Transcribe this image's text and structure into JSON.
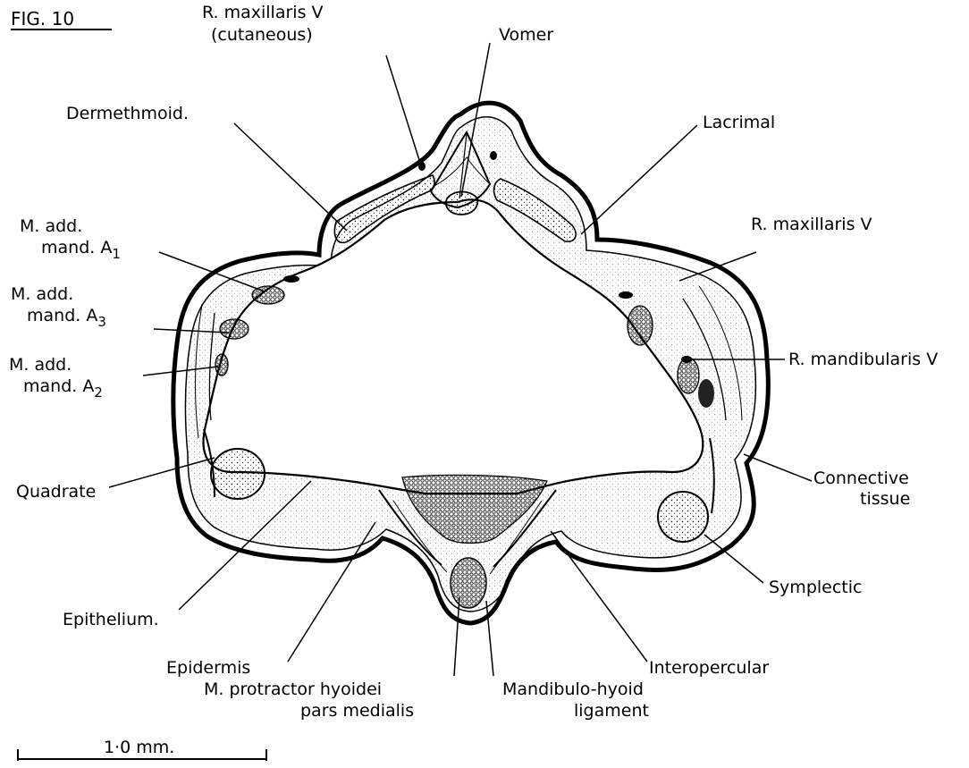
{
  "figure_label": "FIG. 10",
  "labels": {
    "r_maxillaris_cut_1": "R. maxillaris V",
    "r_maxillaris_cut_2": "(cutaneous)",
    "vomer": "Vomer",
    "dermethmoid": "Dermethmoid.",
    "lacrimal": "Lacrimal",
    "m_add_a1_1": "M. add.",
    "m_add_a1_2": "mand. A",
    "m_add_a1_sub": "1",
    "r_maxillaris": "R. maxillaris  V",
    "m_add_a3_1": "M. add.",
    "m_add_a3_2": "mand. A",
    "m_add_a3_sub": "3",
    "r_mandibularis": "R. mandibularis V",
    "m_add_a2_1": "M. add.",
    "m_add_a2_2": "mand. A",
    "m_add_a2_sub": "2",
    "quadrate": "Quadrate",
    "connective_1": "Connective",
    "connective_2": "tissue",
    "epithelium": "Epithelium.",
    "symplectic": "Symplectic",
    "epidermis": "Epidermis",
    "interopercular": "Interopercular",
    "m_protractor_1": "M. protractor hyoidei",
    "m_protractor_2": "pars  medialis",
    "mandibulo_1": "Mandibulo-hyoid",
    "mandibulo_2": "ligament"
  },
  "scale_bar": {
    "label": "1·0 mm."
  }
}
